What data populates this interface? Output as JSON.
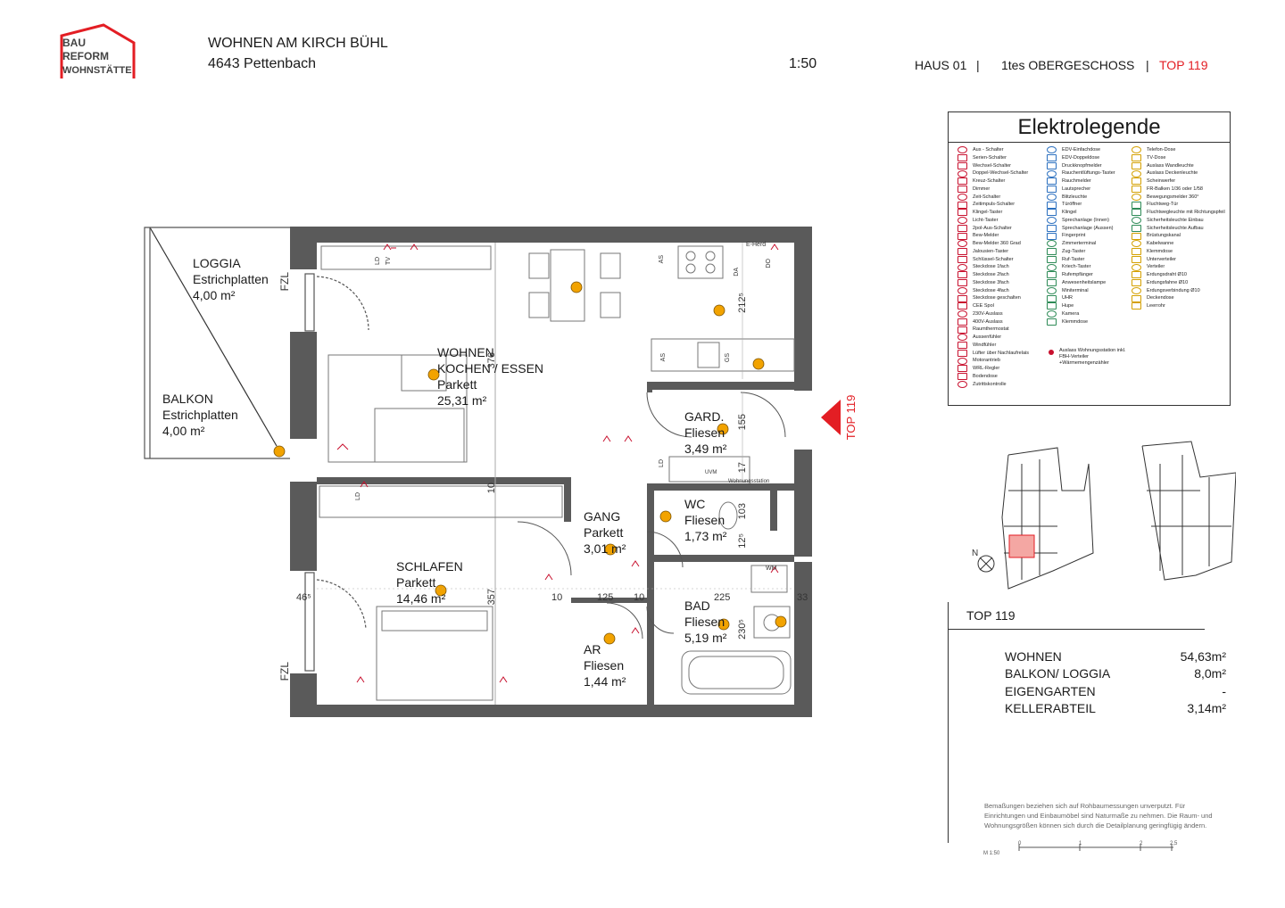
{
  "header": {
    "logo_lines": [
      "BAU",
      "REFORM",
      "WOHNSTÄTTE"
    ],
    "project_title": "WOHNEN AM KIRCH BÜHL",
    "project_address": "4643 Pettenbach",
    "scale": "1:50",
    "haus": "HAUS 01",
    "separator": "|",
    "floor": "1tes OBERGESCHOSS",
    "unit": "TOP 119"
  },
  "colors": {
    "accent": "#e31e24",
    "wall": "#5a5a5a",
    "fixture": "#f2a300",
    "symbol": "#c8102e"
  },
  "rooms": {
    "loggia": {
      "name": "LOGGIA",
      "floor": "Estrichplatten",
      "area": "4,00 m²"
    },
    "balkon": {
      "name": "BALKON",
      "floor": "Estrichplatten",
      "area": "4,00 m²"
    },
    "wohnen": {
      "name": "WOHNEN",
      "name2": "KOCHEN / ESSEN",
      "floor": "Parkett",
      "area": "25,31 m²"
    },
    "gard": {
      "name": "GARD.",
      "floor": "Fliesen",
      "area": "3,49 m²"
    },
    "wc": {
      "name": "WC",
      "floor": "Fliesen",
      "area": "1,73 m²"
    },
    "gang": {
      "name": "GANG",
      "floor": "Parkett",
      "area": "3,01 m²"
    },
    "schlafen": {
      "name": "SCHLAFEN",
      "floor": "Parkett",
      "area": "14,46 m²"
    },
    "bad": {
      "name": "BAD",
      "floor": "Fliesen",
      "area": "5,19 m²"
    },
    "ar": {
      "name": "AR",
      "floor": "Fliesen",
      "area": "1,44 m²"
    }
  },
  "plan_marks": {
    "entry_tag": "TOP 119",
    "fzl": "FZL",
    "dims": [
      "212⁵",
      "155",
      "17",
      "103",
      "12⁵",
      "225",
      "230⁵",
      "357",
      "10",
      "10",
      "125",
      "10",
      "33",
      "46⁵",
      "376"
    ],
    "labels": [
      "E-Herd",
      "AS",
      "DA",
      "AS",
      "GS",
      "LD",
      "TV",
      "LD",
      "LD",
      "UVM",
      "Wohnungsstation",
      "WM",
      "DO"
    ]
  },
  "legend": {
    "title": "Elektrolegende",
    "col1": [
      "Aus - Schalter",
      "Serien-Schalter",
      "Wechsel-Schalter",
      "Doppel-Wechsel-Schalter",
      "Kreuz-Schalter",
      "Dimmer",
      "Zeit-Schalter",
      "Zeitimpuls-Schalter",
      "Klingel-Taster",
      "Licht-Taster",
      "2pol-Aus-Schalter",
      "Bew-Melder",
      "Bew-Melder 360 Grad",
      "Jalousien-Taster",
      "Schlüssel-Schalter",
      "Steckdose 1fach",
      "Steckdose 2fach",
      "Steckdose 3fach",
      "Steckdose 4fach",
      "Steckdose geschalten",
      "CEE Spol",
      "230V-Auslass",
      "400V-Auslass",
      "Raumthermostat",
      "Aussenfühler",
      "Windfühler",
      "Lüfter über Nachlaufrelais",
      "Motorantrieb",
      "WRL-Regler",
      "Bodendose",
      "Zutrittskontrolle"
    ],
    "col2": [
      "EDV-Einfachdose",
      "EDV-Doppeldose",
      "Druckknopfmelder",
      "Rauchentlüftungs-Taster",
      "Rauchmelder",
      "Lautsprecher",
      "Blitzleuchte",
      "Türöffner",
      "Klingel",
      "Sprechanlage (Innen)",
      "Sprechanlage (Aussen)",
      "Fingerprint",
      "Zimmerterminal",
      "Zug-Taster",
      "Ruf-Taster",
      "Kriech-Taster",
      "Rufempfänger",
      "Anwesenheitslampe",
      "Miniterminal",
      "UHR",
      "Hupe",
      "Kamera",
      "Klemmdose"
    ],
    "col2_extra": "Auslass Wohnungsstation inkl. FBH-Verteiler +Wärmemengenzähler",
    "col3": [
      "Telefon-Dose",
      "TV-Dose",
      "Auslass Wandleuchte",
      "Auslass Deckenleuchte",
      "Scheinwerfer",
      "FR-Balken 1/36 oder 1/58",
      "Bewegungsmelder 360°",
      "Fluchtweg-Tür",
      "Fluchtwegleuchte mit Richtungspfeil",
      "Sicherheitsleuchte Einbau",
      "Sicherheitsleuchte Aufbau",
      "Brüstungskanal",
      "Kabelwanne",
      "Klemmdose",
      "Unterverteiler",
      "Verteiler",
      "Erdungsdraht Ø10",
      "Erdungsfahne Ø10",
      "Erdungsverbindung Ø10",
      "Deckendose",
      "Leerrohr"
    ]
  },
  "keyplan": {
    "north_label": "N"
  },
  "summary": {
    "top_label": "TOP 119",
    "rows": [
      {
        "label": "WOHNEN",
        "value": "54,63m²"
      },
      {
        "label": "BALKON/ LOGGIA",
        "value": "8,0m²"
      },
      {
        "label": "EIGENGARTEN",
        "value": "-"
      },
      {
        "label": "KELLERABTEIL",
        "value": "3,14m²"
      }
    ],
    "note": "Bemaßungen beziehen sich auf Rohbaumessungen unverputzt. Für Einrichtungen und Einbaumöbel sind Naturmaße zu nehmen. Die Raum- und Wohnungsgrößen können sich durch die Detailplanung geringfügig ändern.",
    "scalebar": {
      "label": "M 1:50",
      "ticks": [
        "0",
        "1",
        "2",
        "2,5"
      ]
    }
  }
}
